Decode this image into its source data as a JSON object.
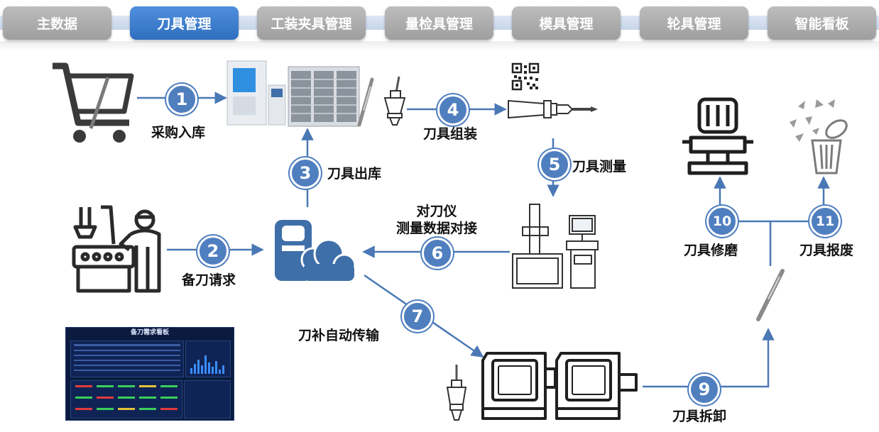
{
  "tabs": [
    "主数据",
    "刀具管理",
    "工装夹具管理",
    "量检具管理",
    "模具管理",
    "轮具管理",
    "智能看板"
  ],
  "active_tab": "刀具管理",
  "steps": [
    {
      "num": "1",
      "label": "采购入库"
    },
    {
      "num": "2",
      "label": "备刀请求"
    },
    {
      "num": "3",
      "label": "刀具出库"
    },
    {
      "num": "4",
      "label": "刀具组装"
    },
    {
      "num": "5",
      "label": "刀具测量"
    },
    {
      "num": "6",
      "label_line1": "对刀仪",
      "label_line2": "测量数据对接"
    },
    {
      "num": "7",
      "label": "刀补自动传输"
    },
    {
      "num": "9",
      "label": "刀具拆卸"
    },
    {
      "num": "10",
      "label": "刀具修磨"
    },
    {
      "num": "11",
      "label": "刀具报废"
    }
  ],
  "dashboard": {
    "title": "备刀需求看板"
  },
  "colors": {
    "accent": "#4f7fbf",
    "arrow": "#4a78b5",
    "tab_inactive": "#a9a9a9",
    "tab_active": "#3b7bd0",
    "cloud": "#3f6fa8"
  }
}
